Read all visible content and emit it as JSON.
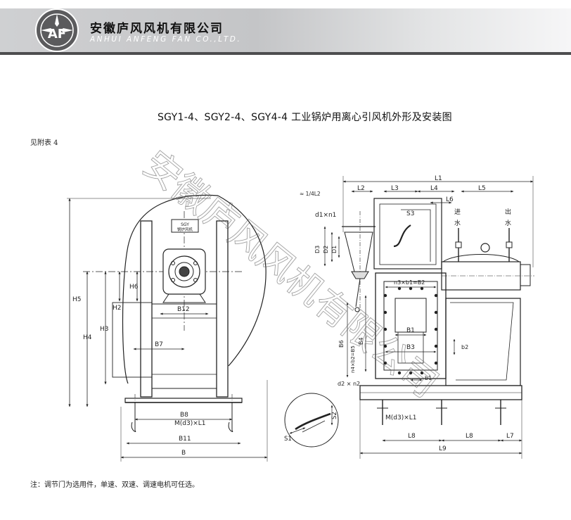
{
  "header": {
    "company_cn": "安徽庐风风机有限公司",
    "company_en": "ANHUI ANFENG FAN CO.,LTD.",
    "logo_text": "AF"
  },
  "title": "SGY1-4、SGY2-4、SGY4-4 工业锅炉用离心引风机外形及安装图",
  "see_table": "见附表 4",
  "note": "注：调节门为选用件，单速、双速、调速电机可任选。",
  "watermark": "安徽庐风风机有限公司",
  "nameplate": {
    "line1": "SGY",
    "line2": "锅炉风机"
  },
  "front_view": {
    "labels": {
      "H5": "H5",
      "H4": "H4",
      "H3": "H3",
      "H2": "H2",
      "H6": "H6",
      "B12": "B12",
      "B7": "B7",
      "B8": "B8",
      "B11": "B11",
      "B": "B",
      "bolt": "M(d3)×L1"
    }
  },
  "side_view": {
    "labels": {
      "L1": "L1",
      "L2": "L2",
      "L3": "L3",
      "L4": "L4",
      "L5": "L5",
      "L6": "L6",
      "L7": "L7",
      "L8a": "L8",
      "L8b": "L8",
      "L9": "L9",
      "quarter_L2": "≈ 1/4L2",
      "d1n1": "d1×n1",
      "S3": "S3",
      "D3": "D3",
      "D2": "D2",
      "D1": "D1",
      "inlet_water": "进\n水",
      "outlet_water": "出\n水",
      "n3b1": "n3×b1=B2",
      "B1": "B1",
      "B3": "B3",
      "b1": "b1",
      "b2": "b2",
      "B6": "B6",
      "B4": "B4",
      "n4b2": "n4×b2=B5",
      "d2n2": "d2 × n2",
      "bolt": "M(d3)×L1"
    }
  },
  "damper_detail": {
    "labels": {
      "S1": "S1",
      "S2": "S2"
    }
  }
}
